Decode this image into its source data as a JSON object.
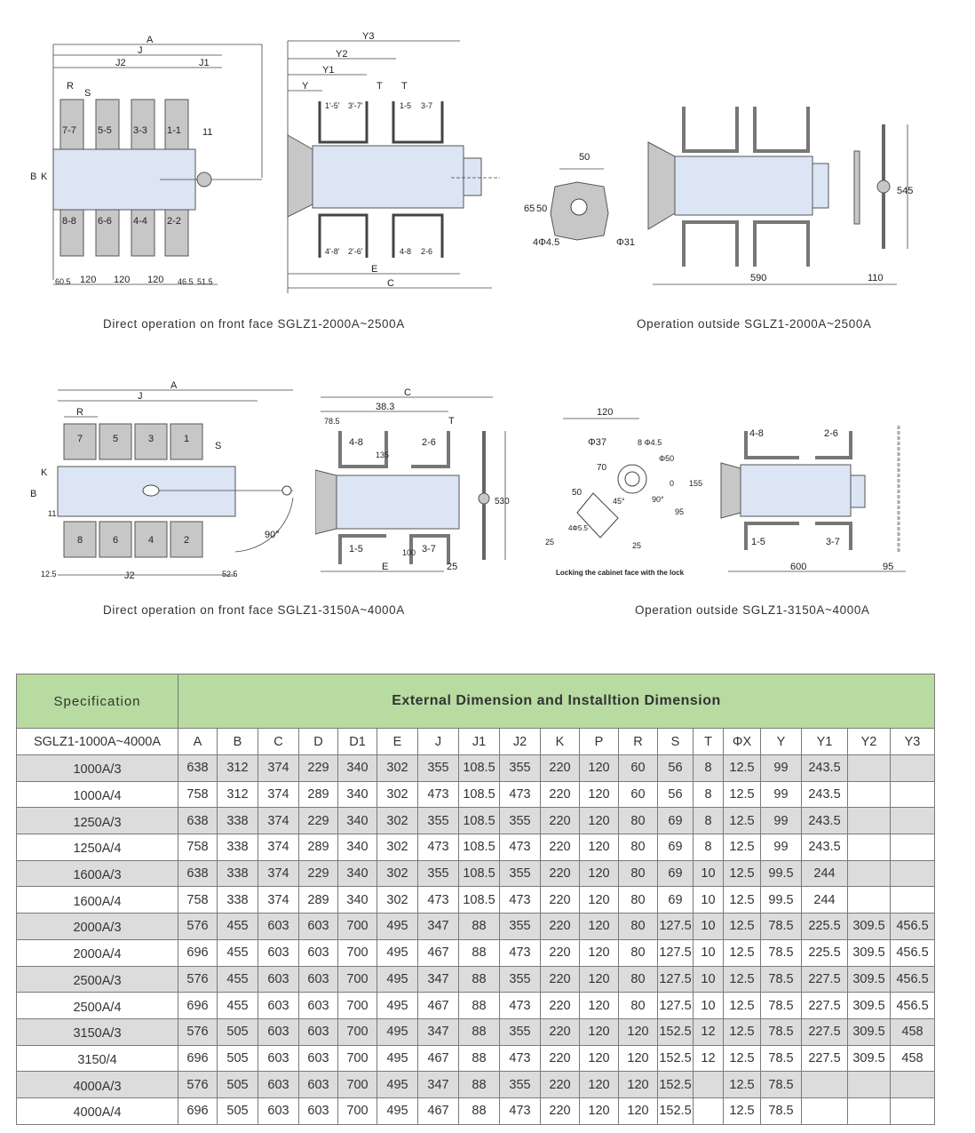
{
  "drawings": [
    {
      "caption": "Direct operation on front face SGLZ1-2000A~2500A",
      "labels": [
        "A",
        "J",
        "J2",
        "J1",
        "R",
        "S",
        "7-7",
        "5-5",
        "3-3",
        "1-1",
        "8-8",
        "6-6",
        "4-4",
        "2-2",
        "B",
        "K",
        "11",
        "60.5",
        "120",
        "120",
        "120",
        "46.5",
        "51.5"
      ]
    },
    {
      "labels": [
        "Y3",
        "Y2",
        "Y1",
        "Y",
        "T",
        "T",
        "1'-5'",
        "3'-7'",
        "1-5",
        "3-7",
        "4'-8'",
        "2'-6'",
        "4-8",
        "2-6",
        "E",
        "C"
      ]
    },
    {
      "caption": "Operation outside SGLZ1-2000A~2500A",
      "labels": [
        "50",
        "65",
        "50",
        "4Φ4.5",
        "Φ31",
        "590",
        "110",
        "545"
      ]
    },
    {
      "caption": "Direct operation on front face SGLZ1-3150A~4000A",
      "labels": [
        "A",
        "J",
        "R",
        "S",
        "7",
        "5",
        "3",
        "1",
        "8",
        "6",
        "4",
        "2",
        "B",
        "K",
        "11",
        "12.5",
        "J2",
        "52.5",
        "90°"
      ]
    },
    {
      "labels": [
        "C",
        "38.3",
        "78.5",
        "T",
        "4-8",
        "135",
        "2-6",
        "1-5",
        "100",
        "3-7",
        "E",
        "25",
        "530"
      ]
    },
    {
      "caption": "Operation outside SGLZ1-3150A~4000A",
      "labels": [
        "120",
        "Φ37",
        "8 Φ4.5",
        "Φ50",
        "70",
        "50",
        "45°",
        "90°",
        "0",
        "155",
        "95",
        "25",
        "25",
        "4Φ5.5",
        "Locking the cabinet face with the lock",
        "4-8",
        "2-6",
        "1-5",
        "3-7",
        "600",
        "95"
      ]
    }
  ],
  "table": {
    "spec_header": "Specification",
    "title": "External Dimension and Installtion Dimension",
    "model_header": "SGLZ1-1000A~4000A",
    "columns": [
      "A",
      "B",
      "C",
      "D",
      "D1",
      "E",
      "J",
      "J1",
      "J2",
      "K",
      "P",
      "R",
      "S",
      "T",
      "ΦX",
      "Y",
      "Y1",
      "Y2",
      "Y3"
    ],
    "rows": [
      {
        "model": "1000A/3",
        "values": [
          "638",
          "312",
          "374",
          "229",
          "340",
          "302",
          "355",
          "108.5",
          "355",
          "220",
          "120",
          "60",
          "56",
          "8",
          "12.5",
          "99",
          "243.5",
          "",
          ""
        ]
      },
      {
        "model": "1000A/4",
        "values": [
          "758",
          "312",
          "374",
          "289",
          "340",
          "302",
          "473",
          "108.5",
          "473",
          "220",
          "120",
          "60",
          "56",
          "8",
          "12.5",
          "99",
          "243.5",
          "",
          ""
        ]
      },
      {
        "model": "1250A/3",
        "values": [
          "638",
          "338",
          "374",
          "229",
          "340",
          "302",
          "355",
          "108.5",
          "355",
          "220",
          "120",
          "80",
          "69",
          "8",
          "12.5",
          "99",
          "243.5",
          "",
          ""
        ]
      },
      {
        "model": "1250A/4",
        "values": [
          "758",
          "338",
          "374",
          "289",
          "340",
          "302",
          "473",
          "108.5",
          "473",
          "220",
          "120",
          "80",
          "69",
          "8",
          "12.5",
          "99",
          "243.5",
          "",
          ""
        ]
      },
      {
        "model": "1600A/3",
        "values": [
          "638",
          "338",
          "374",
          "229",
          "340",
          "302",
          "355",
          "108.5",
          "355",
          "220",
          "120",
          "80",
          "69",
          "10",
          "12.5",
          "99.5",
          "244",
          "",
          ""
        ]
      },
      {
        "model": "1600A/4",
        "values": [
          "758",
          "338",
          "374",
          "289",
          "340",
          "302",
          "473",
          "108.5",
          "473",
          "220",
          "120",
          "80",
          "69",
          "10",
          "12.5",
          "99.5",
          "244",
          "",
          ""
        ]
      },
      {
        "model": "2000A/3",
        "values": [
          "576",
          "455",
          "603",
          "603",
          "700",
          "495",
          "347",
          "88",
          "355",
          "220",
          "120",
          "80",
          "127.5",
          "10",
          "12.5",
          "78.5",
          "225.5",
          "309.5",
          "456.5"
        ]
      },
      {
        "model": "2000A/4",
        "values": [
          "696",
          "455",
          "603",
          "603",
          "700",
          "495",
          "467",
          "88",
          "473",
          "220",
          "120",
          "80",
          "127.5",
          "10",
          "12.5",
          "78.5",
          "225.5",
          "309.5",
          "456.5"
        ]
      },
      {
        "model": "2500A/3",
        "values": [
          "576",
          "455",
          "603",
          "603",
          "700",
          "495",
          "347",
          "88",
          "355",
          "220",
          "120",
          "80",
          "127.5",
          "10",
          "12.5",
          "78.5",
          "227.5",
          "309.5",
          "456.5"
        ]
      },
      {
        "model": "2500A/4",
        "values": [
          "696",
          "455",
          "603",
          "603",
          "700",
          "495",
          "467",
          "88",
          "473",
          "220",
          "120",
          "80",
          "127.5",
          "10",
          "12.5",
          "78.5",
          "227.5",
          "309.5",
          "456.5"
        ]
      },
      {
        "model": "3150A/3",
        "values": [
          "576",
          "505",
          "603",
          "603",
          "700",
          "495",
          "347",
          "88",
          "355",
          "220",
          "120",
          "120",
          "152.5",
          "12",
          "12.5",
          "78.5",
          "227.5",
          "309.5",
          "458"
        ]
      },
      {
        "model": "3150/4",
        "values": [
          "696",
          "505",
          "603",
          "603",
          "700",
          "495",
          "467",
          "88",
          "473",
          "220",
          "120",
          "120",
          "152.5",
          "12",
          "12.5",
          "78.5",
          "227.5",
          "309.5",
          "458"
        ]
      },
      {
        "model": "4000A/3",
        "values": [
          "576",
          "505",
          "603",
          "603",
          "700",
          "495",
          "347",
          "88",
          "355",
          "220",
          "120",
          "120",
          "152.5",
          "",
          "12.5",
          "78.5",
          "",
          "",
          ""
        ]
      },
      {
        "model": "4000A/4",
        "values": [
          "696",
          "505",
          "603",
          "603",
          "700",
          "495",
          "467",
          "88",
          "473",
          "220",
          "120",
          "120",
          "152.5",
          "",
          "12.5",
          "78.5",
          "",
          "",
          ""
        ]
      }
    ]
  }
}
